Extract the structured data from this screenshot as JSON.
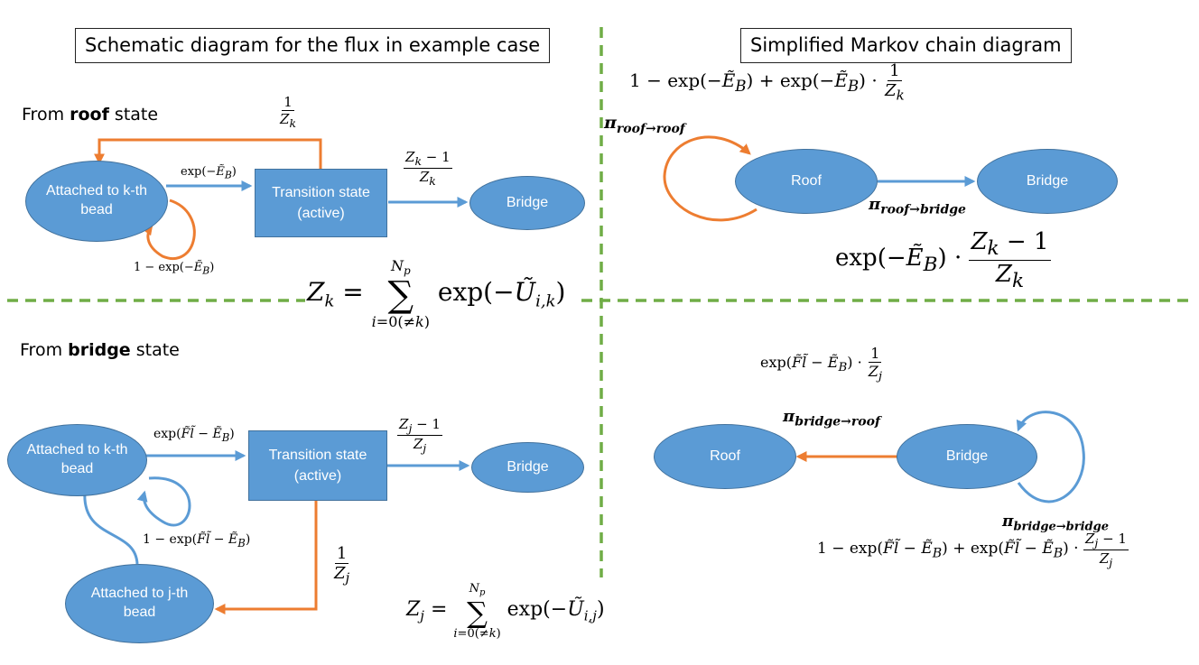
{
  "left_title": "Schematic diagram for the flux in example case",
  "right_title": "Simplified Markov chain diagram",
  "from_roof": {
    "prefix": "From ",
    "bold": "roof",
    "suffix": " state"
  },
  "from_bridge": {
    "prefix": "From ",
    "bold": "bridge",
    "suffix": " state"
  },
  "nodes": {
    "roof_attached_k": "Attached to k-th bead",
    "roof_transition": "Transition state (active)",
    "roof_bridge": "Bridge",
    "bridge_attached_k": "Attached to k-th bead",
    "bridge_transition": "Transition state (active)",
    "bridge_bridge": "Bridge",
    "bridge_attached_j": "Attached to j-th bead",
    "markov_roof_top": "Roof",
    "markov_bridge_top": "Bridge",
    "markov_roof_bottom": "Roof",
    "markov_bridge_bottom": "Bridge"
  },
  "edge_labels": {
    "roof_exp_EB": "exp(−Ẽ_B)",
    "roof_one_over_Zk": "1 / Z_k",
    "roof_Zk_minus1_over_Zk": "(Z_k − 1) / Z_k",
    "roof_self_loop": "1 − exp(−Ẽ_B)",
    "bridge_exp_Fl_EB": "exp(F̃l̃ − Ẽ_B)",
    "bridge_Zj_minus1_over_Zj": "(Z_j − 1) / Z_j",
    "bridge_self_loop": "1 − exp(F̃l̃ − Ẽ_B)",
    "bridge_one_over_Zj": "1 / Z_j"
  },
  "equations": {
    "Zk": "Z_k = Σ_{i=0(≠k)}^{N_p} exp(−Ũ_{i,k})",
    "Zj": "Z_j = Σ_{i=0(≠k)}^{N_p} exp(−Ũ_{i,j})"
  },
  "markov": {
    "pi_roof_roof": "π_{roof→roof}",
    "pi_roof_bridge": "π_{roof→bridge}",
    "pi_bridge_roof": "π_{bridge→roof}",
    "pi_bridge_bridge": "π_{bridge→bridge}",
    "roof_roof_prob": "1 − exp(−Ẽ_B) + exp(−Ẽ_B) · 1/Z_k",
    "roof_bridge_prob": "exp(−Ẽ_B) · (Z_k − 1)/Z_k",
    "bridge_roof_prob": "exp(F̃l̃ − Ẽ_B) · 1/Z_j",
    "bridge_bridge_prob": "1 − exp(F̃l̃ − Ẽ_B) + exp(F̃l̃ − Ẽ_B) · (Z_j − 1)/Z_j"
  },
  "colors": {
    "node_fill": "#5b9bd5",
    "node_border": "#41719c",
    "blue_arrow": "#5b9bd5",
    "orange_arrow": "#ed7d31",
    "divider": "#70ad47"
  }
}
